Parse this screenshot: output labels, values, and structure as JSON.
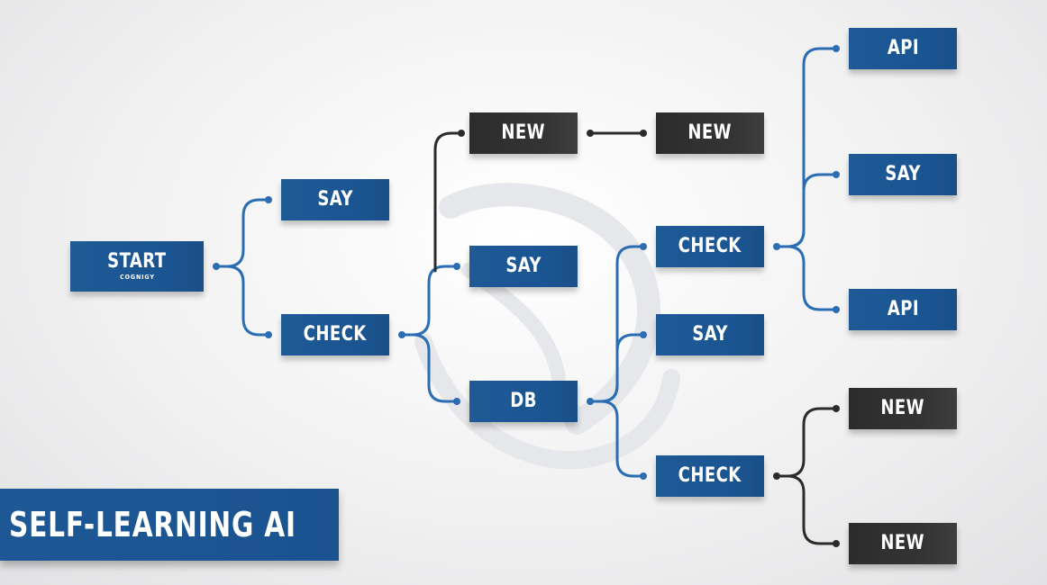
{
  "banner": {
    "title": "SELF-LEARNING AI"
  },
  "colors": {
    "blue": "#1b5590",
    "dark": "#303031",
    "line_blue": "#2a6db3",
    "line_dark": "#2b2b2b"
  },
  "nodes": [
    {
      "id": "start",
      "label": "START",
      "sublabel": "COGNIGY",
      "style": "blue"
    },
    {
      "id": "say1",
      "label": "SAY",
      "style": "blue"
    },
    {
      "id": "check1",
      "label": "CHECK",
      "style": "blue"
    },
    {
      "id": "new1",
      "label": "NEW",
      "style": "dark"
    },
    {
      "id": "say2",
      "label": "SAY",
      "style": "blue"
    },
    {
      "id": "db",
      "label": "DB",
      "style": "blue"
    },
    {
      "id": "new2",
      "label": "NEW",
      "style": "dark"
    },
    {
      "id": "check2",
      "label": "CHECK",
      "style": "blue"
    },
    {
      "id": "say3",
      "label": "SAY",
      "style": "blue"
    },
    {
      "id": "check3",
      "label": "CHECK",
      "style": "blue"
    },
    {
      "id": "api1",
      "label": "API",
      "style": "blue"
    },
    {
      "id": "say4",
      "label": "SAY",
      "style": "blue"
    },
    {
      "id": "api2",
      "label": "API",
      "style": "blue"
    },
    {
      "id": "new3",
      "label": "NEW",
      "style": "dark"
    },
    {
      "id": "new4",
      "label": "NEW",
      "style": "dark"
    }
  ],
  "edges": [
    {
      "from": "start",
      "to": "say1"
    },
    {
      "from": "start",
      "to": "check1"
    },
    {
      "from": "check1",
      "to": "say2"
    },
    {
      "from": "check1",
      "to": "db"
    },
    {
      "from": "say2",
      "to": "new1"
    },
    {
      "from": "new1",
      "to": "new2"
    },
    {
      "from": "db",
      "to": "check2"
    },
    {
      "from": "db",
      "to": "say3"
    },
    {
      "from": "db",
      "to": "check3"
    },
    {
      "from": "check2",
      "to": "api1"
    },
    {
      "from": "check2",
      "to": "say4"
    },
    {
      "from": "check2",
      "to": "api2"
    },
    {
      "from": "check3",
      "to": "new3"
    },
    {
      "from": "check3",
      "to": "new4"
    }
  ]
}
